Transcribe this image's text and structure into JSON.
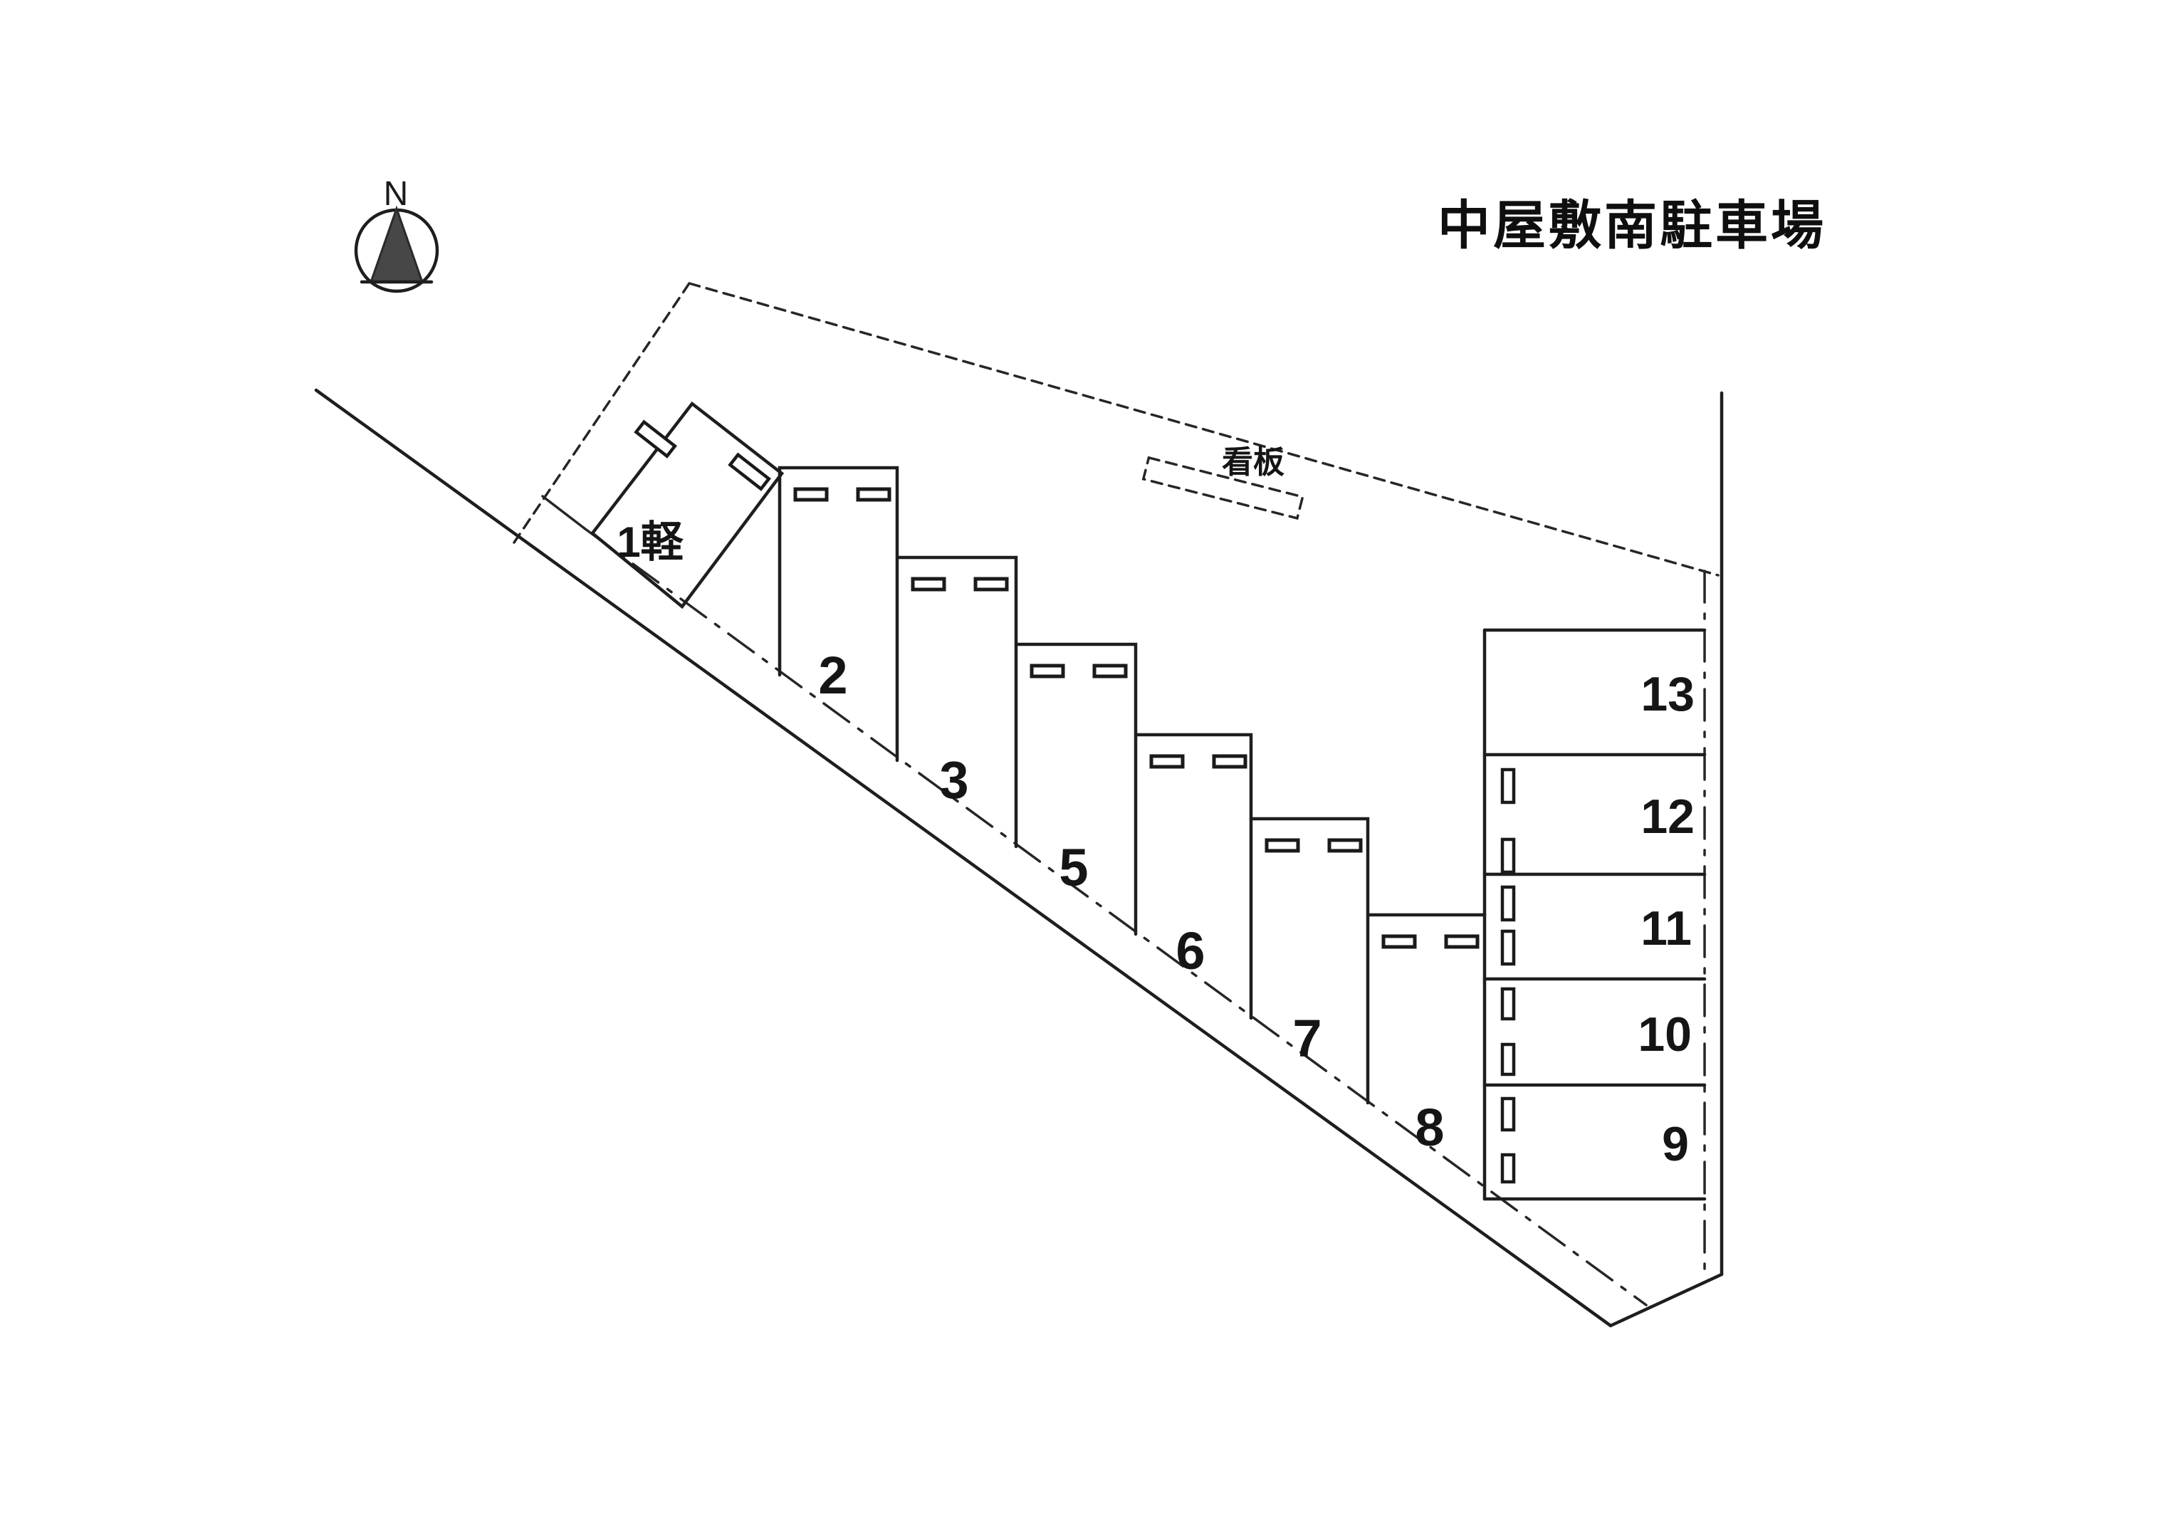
{
  "title": "中屋敷南駐車場",
  "compass": {
    "label": "N"
  },
  "signboard": {
    "label": "看板"
  },
  "parking": {
    "kei_space": {
      "label": "1軽"
    },
    "stepped_spaces": [
      {
        "label": "2"
      },
      {
        "label": "3"
      },
      {
        "label": "5"
      },
      {
        "label": "6"
      },
      {
        "label": "7"
      },
      {
        "label": "8"
      }
    ],
    "column_spaces": [
      {
        "label": "13"
      },
      {
        "label": "12"
      },
      {
        "label": "11"
      },
      {
        "label": "10"
      },
      {
        "label": "9"
      }
    ]
  }
}
